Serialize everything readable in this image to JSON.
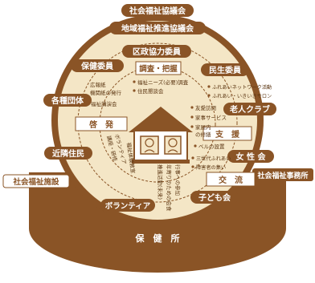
{
  "colors": {
    "brown": "#8a5426",
    "cream": "#f4e6c6",
    "white": "#ffffff"
  },
  "top_labels": {
    "council": "社会福祉協議会",
    "regional": "地域福祉推進協議会"
  },
  "ring_labels": {
    "district": "区政協力委員",
    "health": "保健委員",
    "welfare_commissioner": "民生委員",
    "groups": "各種団体",
    "elderly_club": "老人クラブ",
    "neighbors": "近隣住民",
    "women": "女 性 会",
    "facility": "社会福祉施設",
    "office": "社会福祉事務所",
    "children": "子ども会",
    "volunteer": "ボランティア",
    "health_center": "保　健　所"
  },
  "boxes": {
    "survey": "調査・把握",
    "enlighten": "啓　発",
    "support": "支　援",
    "exchange": "交　流"
  },
  "notes": {
    "needs": "福祉ニーズ(必要)調査",
    "resident_council": "住民懇談会",
    "pr": "広報紙\n機関紙の発行",
    "lecture": "福祉講演会",
    "network": "ふれあいネットワーク活動",
    "salon": "ふれあい・いきいきサロン",
    "visit": "友愛訪問",
    "housework": "家事サービス",
    "house_repair": "家屋内\nの修繕",
    "bell": "ベルの設置",
    "three_gen": "三世代ふれあい",
    "disabled_mtg": "障害者の集い",
    "event_participation": "行事への参加",
    "old_meal": "年寄りのための会食",
    "train_vol": "ボランティア\n講座・研修",
    "handcraft": "福祉体験教室",
    "promote_vol": "推進活動(未来)"
  }
}
